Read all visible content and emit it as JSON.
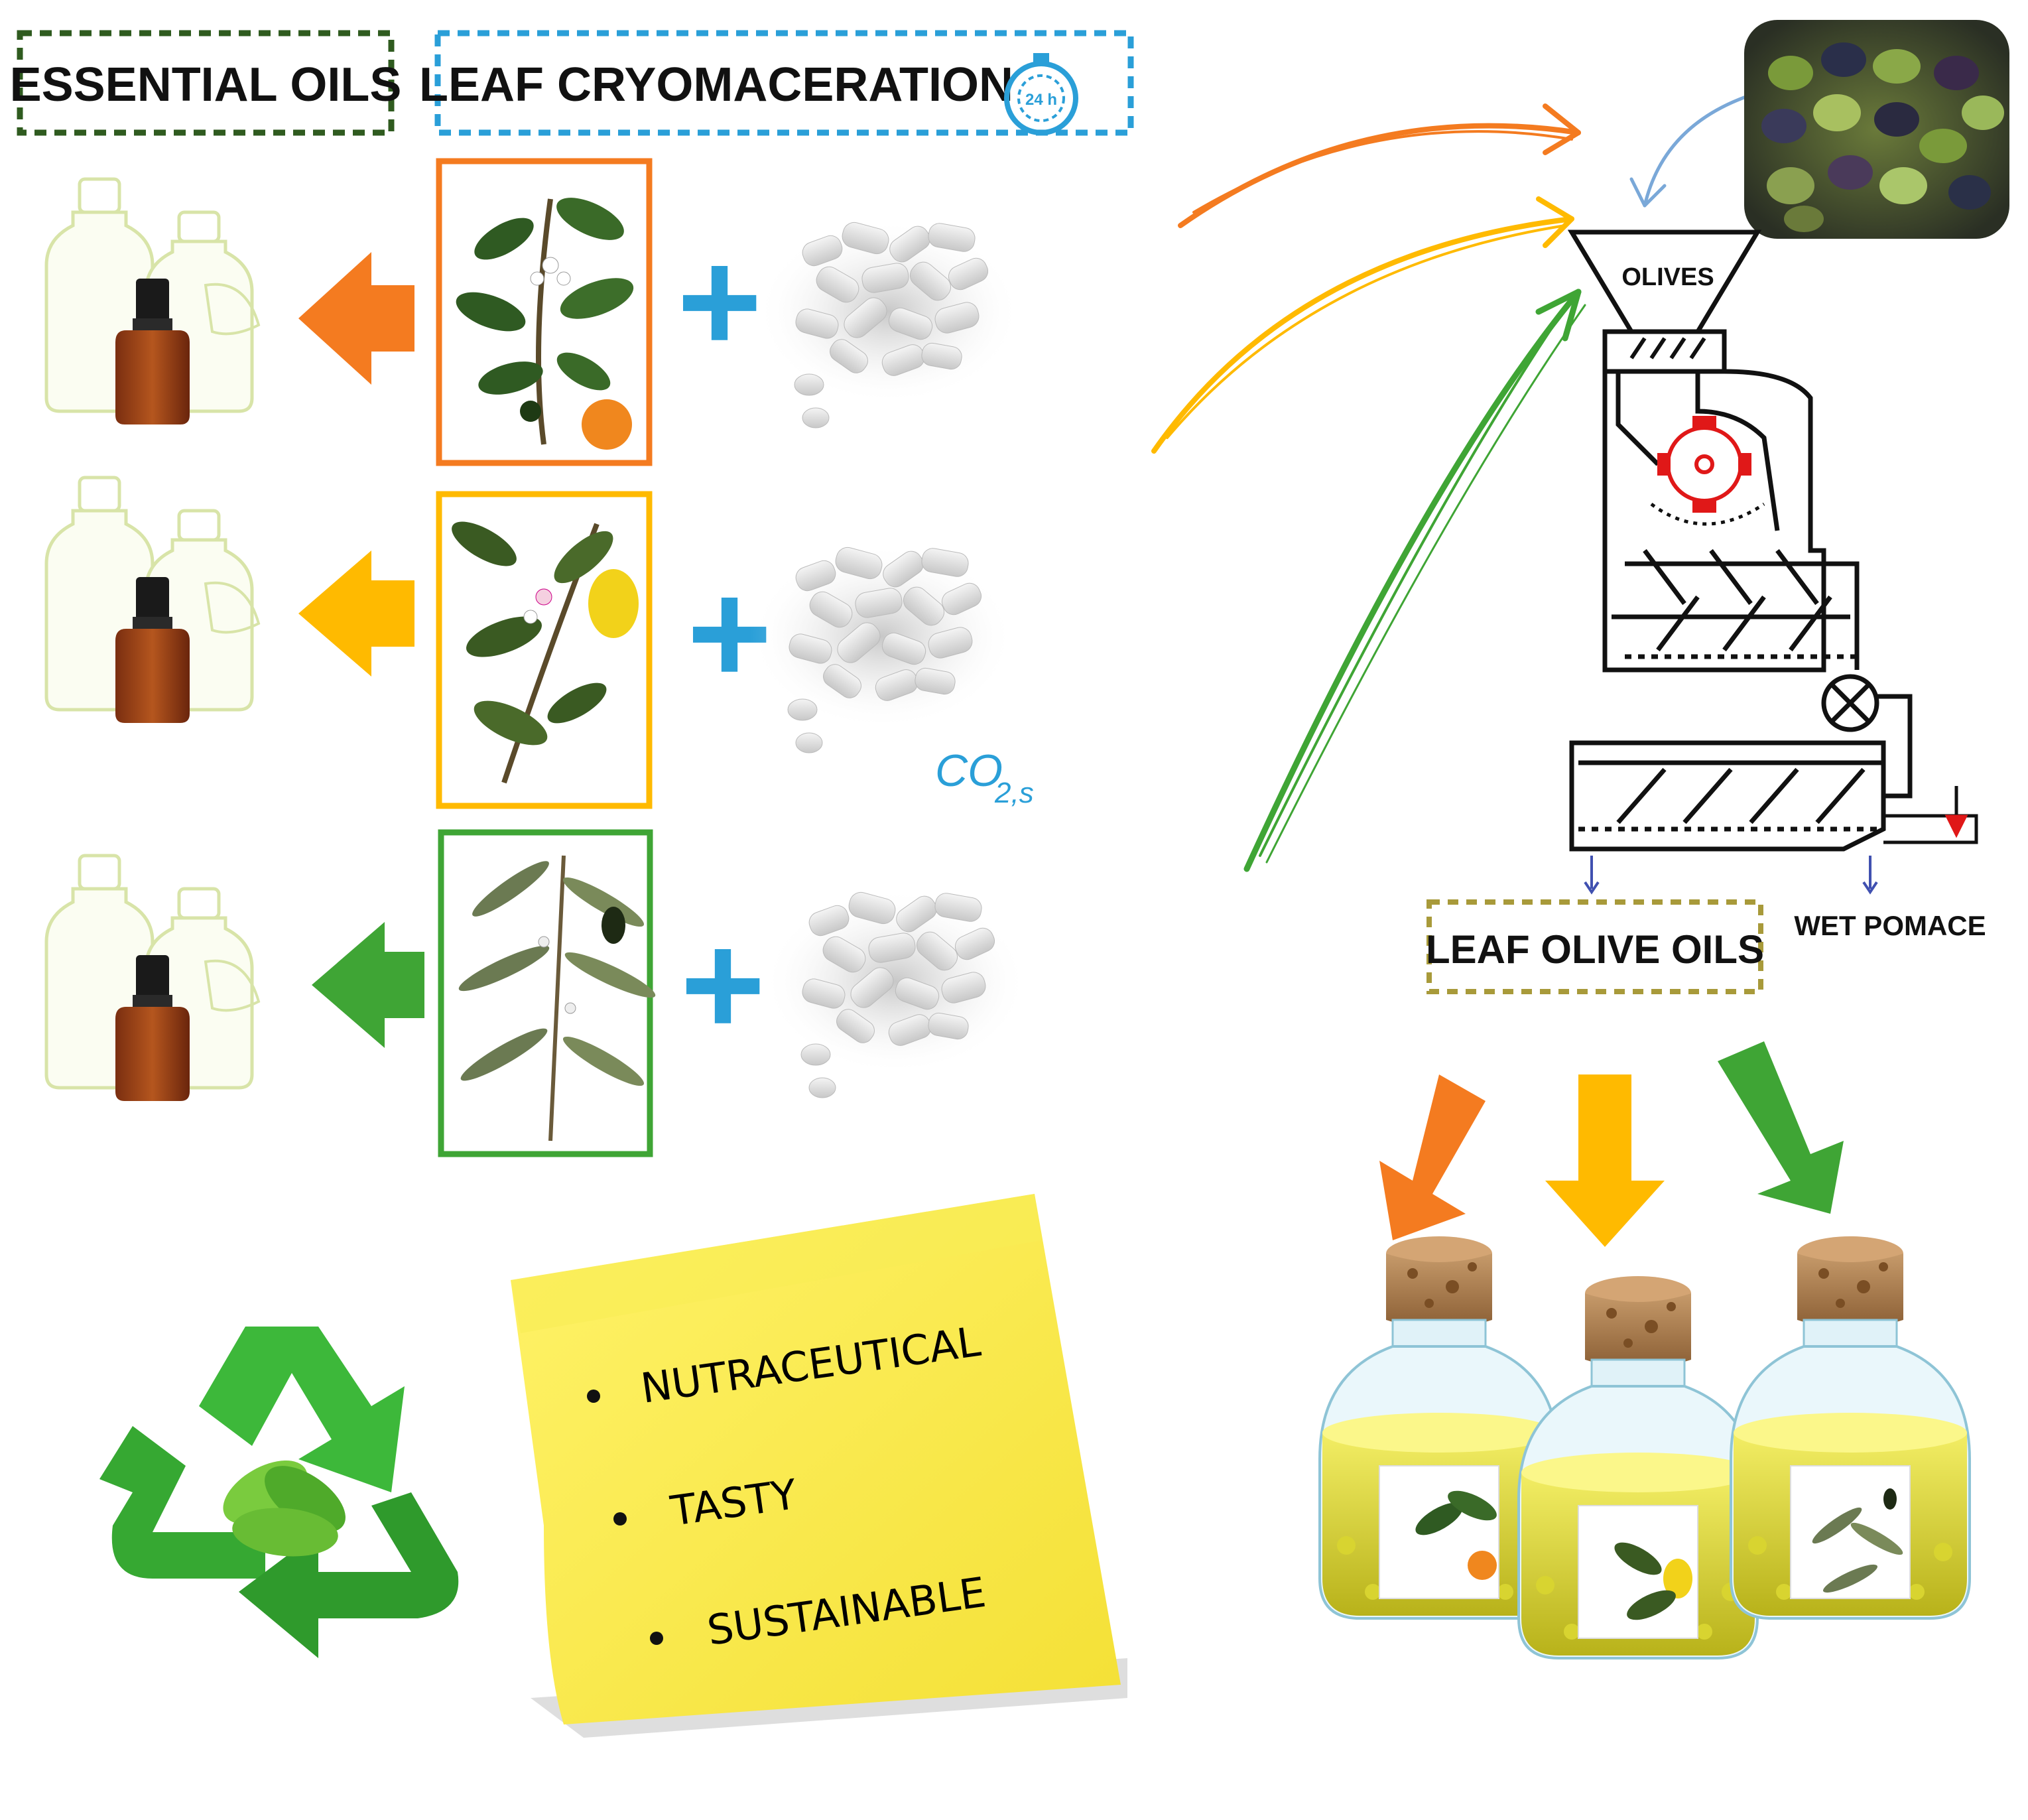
{
  "headers": {
    "essential_oils": "ESSENTIAL OILS",
    "leaf_cryomaceration": "LEAF CRYOMACERATION",
    "timer": "24 h"
  },
  "mill": {
    "hopper_label": "OLIVES",
    "wet_pomace": "WET POMACE",
    "leaf_olive_oils": "LEAF OLIVE OILS"
  },
  "dry_ice": {
    "label_main": "CO",
    "label_sub": "2,s"
  },
  "sticky_note": {
    "items": [
      "NUTRACEUTICAL",
      "TASTY",
      "SUSTAINABLE"
    ]
  },
  "colors": {
    "orange": "#f47b20",
    "yellow": "#ffba00",
    "green": "#3fa535",
    "blue": "#2a9fd8",
    "essential_oils_border": "#2f5b1f",
    "cryomaceration_border": "#2a9fd8",
    "leaf_oils_border": "#a89a3a"
  },
  "icons": [
    "orange-branch-icon",
    "lemon-branch-icon",
    "olive-branch-icon",
    "essential-oil-bottles-icon",
    "dry-ice-pellets-icon",
    "olives-photo-icon",
    "olive-mill-schematic-icon",
    "recycle-leaves-icon",
    "oil-bottle-icon",
    "timer-icon"
  ]
}
